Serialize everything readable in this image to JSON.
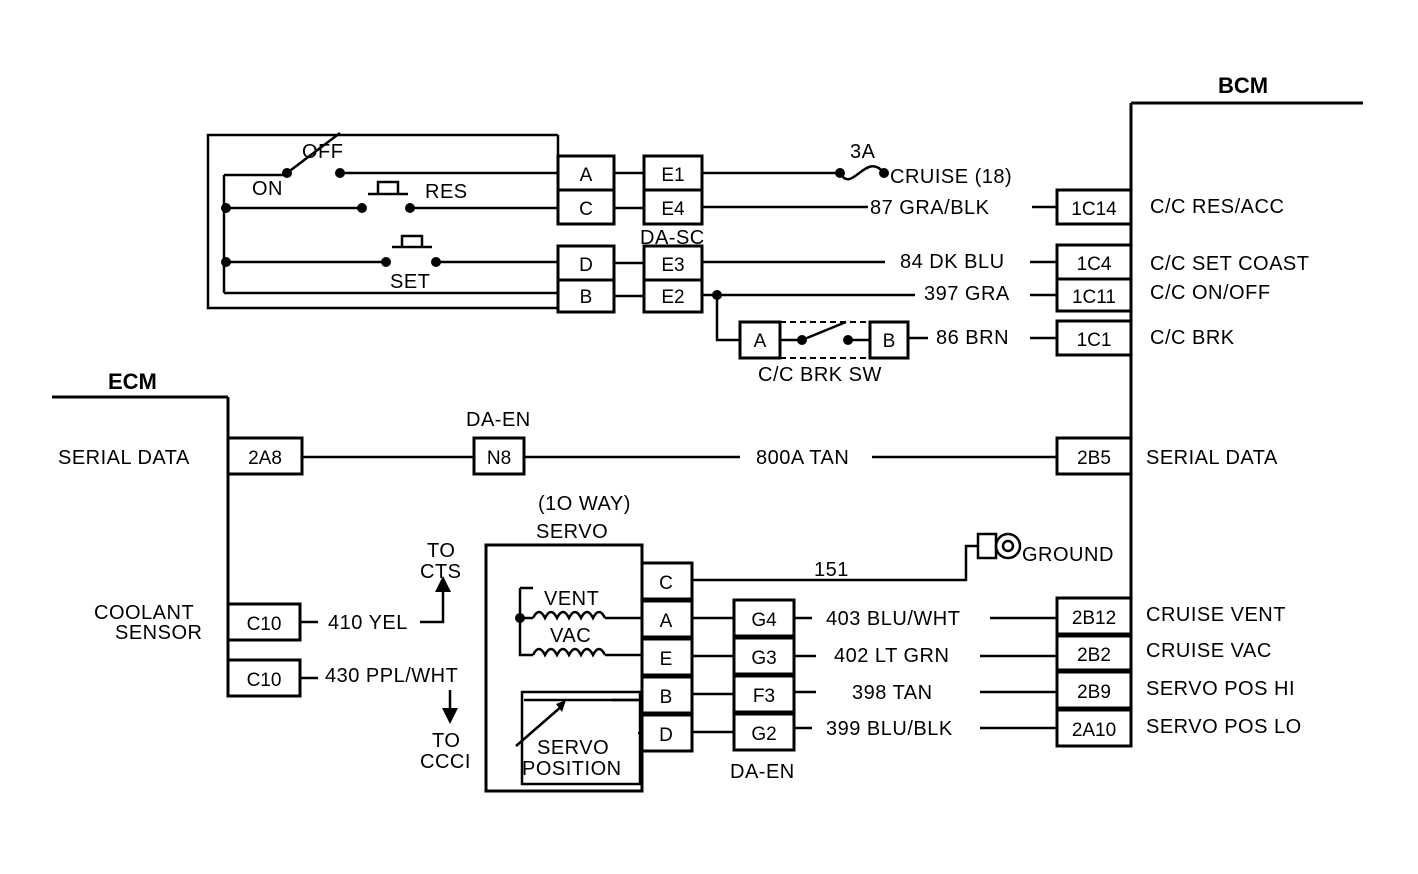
{
  "diagram": {
    "bcm": {
      "title": "BCM"
    },
    "ecm": {
      "title": "ECM"
    },
    "switch_assembly": {
      "off_label": "OFF",
      "on_label": "ON",
      "res_label": "RES",
      "set_label": "SET",
      "connectors": [
        "A",
        "C",
        "D",
        "B"
      ]
    },
    "da_sc": {
      "label": "DA-SC",
      "pins": [
        "E1",
        "E4",
        "E3",
        "E2"
      ]
    },
    "fuse": {
      "rating": "3A",
      "label": "CRUISE (18)"
    },
    "brake_switch": {
      "label": "C/C BRK SW",
      "pin_a": "A",
      "pin_b": "B"
    },
    "wires": {
      "w87": "87 GRA/BLK",
      "w84": "84 DK BLU",
      "w397": "397 GRA",
      "w86": "86 BRN",
      "w800a": "800A TAN",
      "w151": "151",
      "w403": "403 BLU/WHT",
      "w402": "402 LT GRN",
      "w398": "398 TAN",
      "w399": "399 BLU/BLK",
      "w410": "410 YEL",
      "w430": "430 PPL/WHT"
    },
    "bcm_pins": [
      {
        "pin": "1C14",
        "label": "C/C RES/ACC"
      },
      {
        "pin": "1C4",
        "label": "C/C SET COAST"
      },
      {
        "pin": "1C11",
        "label": "C/C ON/OFF"
      },
      {
        "pin": "1C1",
        "label": "C/C BRK"
      },
      {
        "pin": "2B5",
        "label": "SERIAL DATA"
      },
      {
        "pin": "2B12",
        "label": "CRUISE VENT"
      },
      {
        "pin": "2B2",
        "label": "CRUISE VAC"
      },
      {
        "pin": "2B9",
        "label": "SERVO POS HI"
      },
      {
        "pin": "2A10",
        "label": "SERVO POS LO"
      }
    ],
    "ecm_pins": [
      {
        "pin": "2A8",
        "label": "SERIAL DATA"
      },
      {
        "pin": "C10",
        "label_line1": "COOLANT",
        "label_line2": "SENSOR"
      },
      {
        "pin": "C10"
      }
    ],
    "da_en_top": {
      "label": "DA-EN",
      "pin": "N8"
    },
    "da_en_bottom": {
      "label": "DA-EN",
      "pins": [
        "G4",
        "G3",
        "F3",
        "G2"
      ]
    },
    "servo": {
      "header_line1": "(1O WAY)",
      "header_line2": "SERVO",
      "vent_label": "VENT",
      "vac_label": "VAC",
      "position_line1": "SERVO",
      "position_line2": "POSITION",
      "pins": [
        "C",
        "A",
        "E",
        "B",
        "D"
      ]
    },
    "ground": {
      "label": "GROUND"
    },
    "to_cts": {
      "line1": "TO",
      "line2": "CTS"
    },
    "to_ccci": {
      "line1": "TO",
      "line2": "CCCI"
    }
  }
}
